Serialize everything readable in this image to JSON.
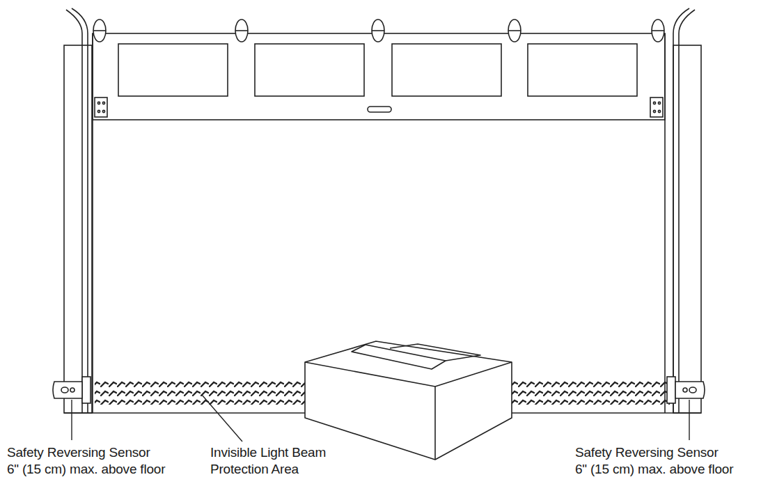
{
  "diagram": {
    "labels": [
      "Safety Reversing Sensor",
      "6\" (15 cm) max. above floor",
      "Invisible Light Beam",
      "Protection Area",
      "Safety Reversing Sensor",
      "6\" (15 cm) max. above floor"
    ]
  }
}
